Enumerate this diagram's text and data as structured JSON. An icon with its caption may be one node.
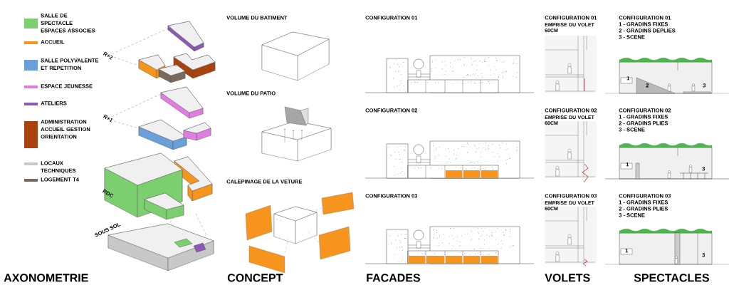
{
  "diagram": {
    "labels": [
      "R+2",
      "R+1",
      "RDC",
      "SOUS SOL",
      "VOLUME DU BATIMENT",
      "VOLUME DU PATIO",
      "CALEPINAGE DE LA VETURE",
      "CONFIGURATION 01",
      "CONFIGURATION 02",
      "CONFIGURATION 03",
      "CONFIGURATION 01",
      "EMPRISE DU VOLET 60CM",
      "CONFIGURATION 02",
      "EMPRISE DU VOLET 60CM",
      "CONFIGURATION 03",
      "EMPRISE DU VOLET 60CM",
      "CONFIGURATION 01",
      "1 - GRADINS FIXES",
      "2 - GRADINS DEPLIES",
      "3 - SCENE",
      "1",
      "2",
      "3",
      "CONFIGURATION 02",
      "1 - GRADINS FIXES",
      "2 - GRADINS PLIES",
      "3 - SCENE",
      "1",
      "3",
      "CONFIGURATION 03",
      "1 - GRADINS FIXES",
      "2 - GRADINS PLIES",
      "3 - SCENE",
      "1",
      "3",
      "AXONOMETRIE",
      "CONCEPT",
      "FACADES",
      "VOLETS",
      "SPECTACLES"
    ],
    "legend": [
      {
        "text": "SALLE DE SPECTACLE ESPACES ASSOCIES",
        "color": "#7ccf6e"
      },
      {
        "text": "ACCUEIL",
        "color": "#f7941d"
      },
      {
        "text": "SALLE POLYVALENTE ET REPETITION",
        "color": "#6a9fd8"
      },
      {
        "text": "ESPACE JEUNESSE",
        "color": "#e07ee0"
      },
      {
        "text": "ATELIERS",
        "color": "#8a5ab5"
      },
      {
        "text": "ADMINISTRATION ACCUEIL GESTION ORIENTATION",
        "color": "#a8430f"
      },
      {
        "text": "LOCAUX TECHNIQUES",
        "color": "#c8c8c8"
      },
      {
        "text": "LOGEMENT T4",
        "color": "#7a6a5e"
      }
    ]
  }
}
